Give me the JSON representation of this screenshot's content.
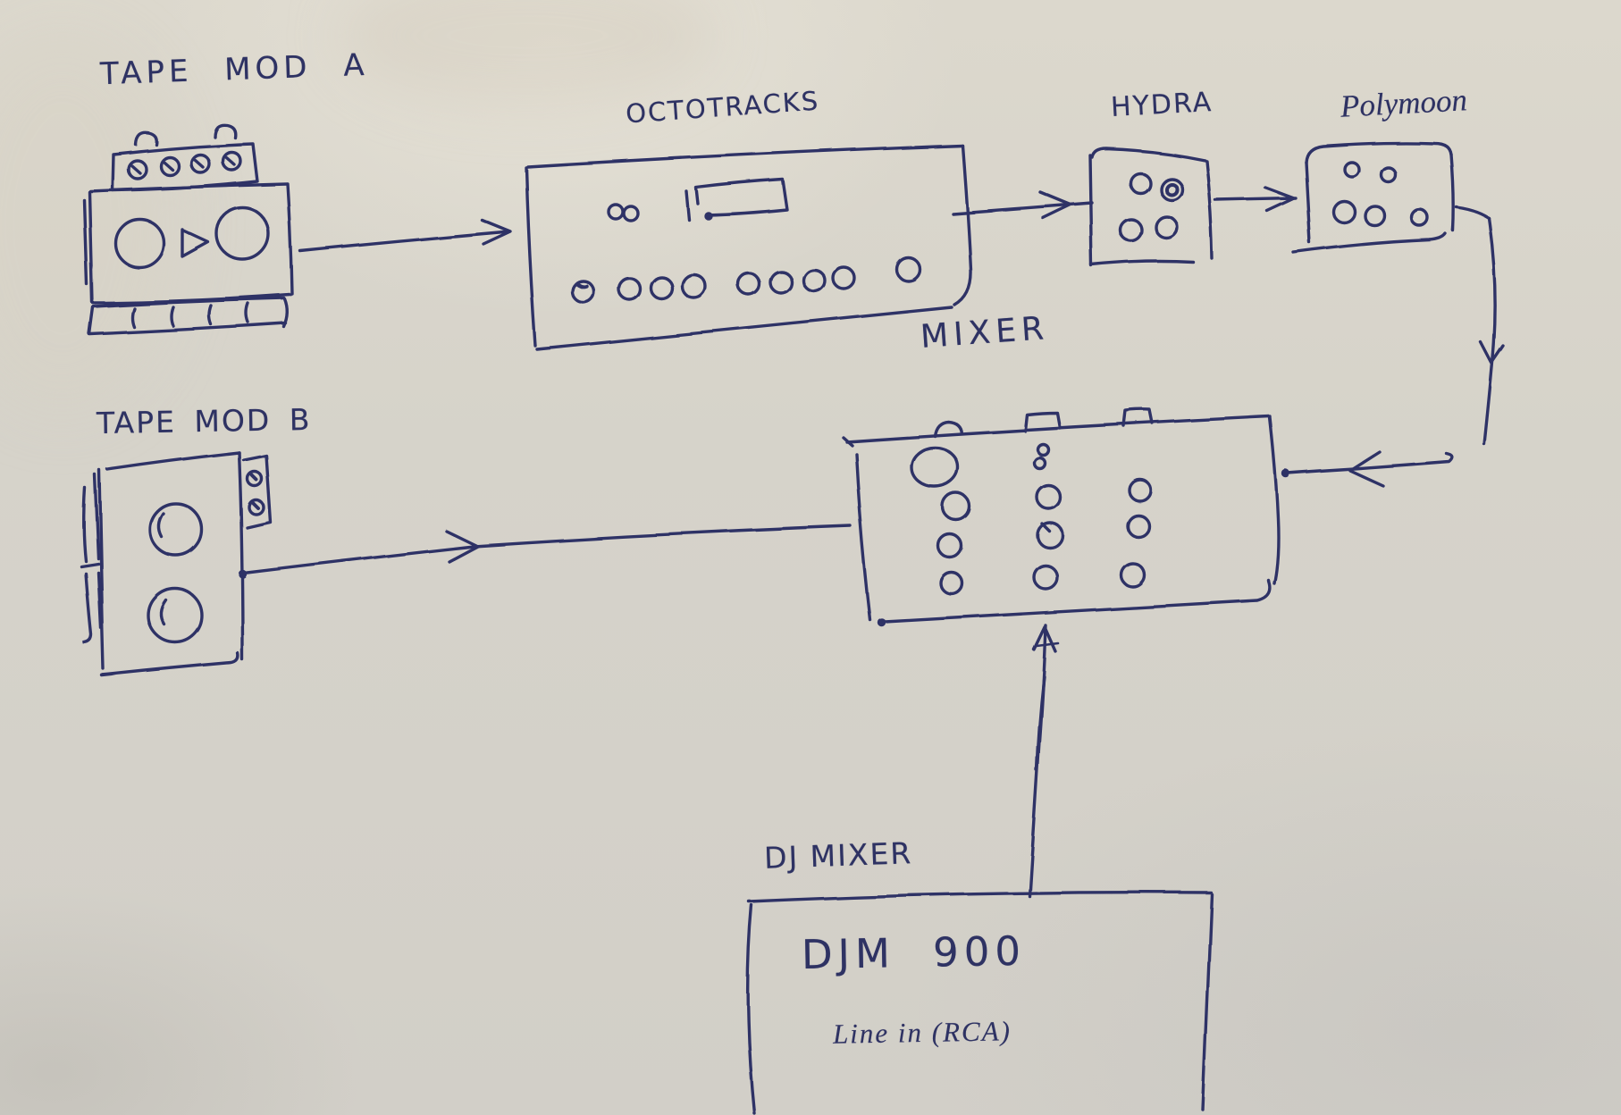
{
  "sketch": {
    "kind": "hand-drawn audio signal-flow diagram on paper",
    "ink_color": "#2e3263",
    "paper_color": "#d6d3ca"
  },
  "nodes": {
    "tape_mod_a": {
      "label": "TAPE MOD A"
    },
    "octotracks": {
      "label": "OCTOTRACKS"
    },
    "hydra": {
      "label": "HYDRA"
    },
    "polymoon": {
      "label": "Polymoon"
    },
    "tape_mod_b": {
      "label": "TAPE MOD B"
    },
    "mixer": {
      "label": "MIXER"
    },
    "dj_mixer": {
      "label": "DJ MIXER",
      "model": "DJM 900",
      "input_note": "Line in (RCA)"
    }
  },
  "edges": [
    {
      "from": "tape_mod_a",
      "to": "octotracks"
    },
    {
      "from": "octotracks",
      "to": "hydra"
    },
    {
      "from": "hydra",
      "to": "polymoon"
    },
    {
      "from": "polymoon",
      "to": "mixer"
    },
    {
      "from": "tape_mod_b",
      "to": "mixer"
    },
    {
      "from": "dj_mixer",
      "to": "mixer"
    }
  ]
}
